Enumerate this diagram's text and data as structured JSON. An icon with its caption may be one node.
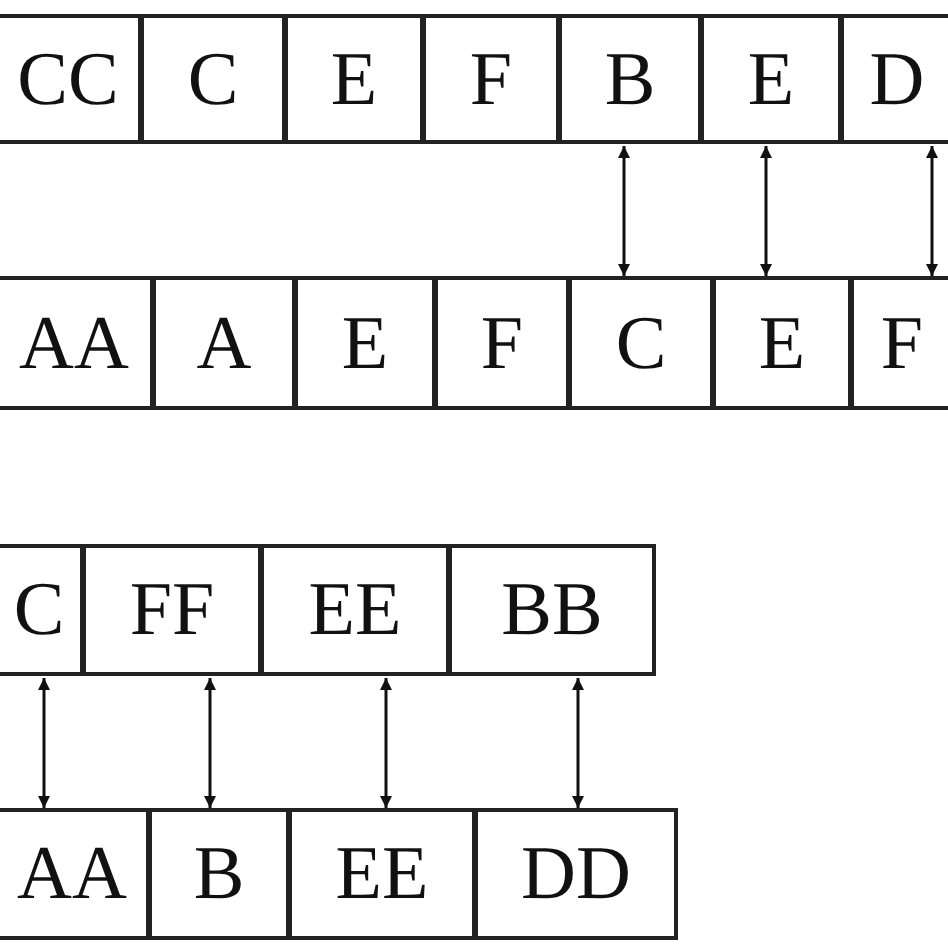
{
  "diagram": {
    "nodes": [
      {
        "text": [
          "CC"
        ]
      },
      {
        "text": [
          "C"
        ]
      },
      {
        "text": [
          "E"
        ]
      },
      {
        "text": [
          "F"
        ]
      },
      {
        "text": [
          "B"
        ]
      },
      {
        "text": [
          "E"
        ]
      },
      {
        "text": [
          "D"
        ]
      },
      {
        "text": [
          "AA"
        ]
      },
      {
        "text": [
          "A"
        ]
      },
      {
        "text": [
          "E"
        ]
      },
      {
        "text": [
          "F"
        ]
      },
      {
        "text": [
          "C"
        ]
      },
      {
        "text": [
          "E"
        ]
      },
      {
        "text": [
          "F"
        ]
      },
      {
        "text": [
          "C"
        ]
      },
      {
        "text": [
          "FF"
        ]
      },
      {
        "text": [
          "EE"
        ]
      },
      {
        "text": [
          "BB"
        ]
      },
      {
        "text": [
          "AA"
        ]
      },
      {
        "text": [
          "B"
        ]
      },
      {
        "text": [
          "EE"
        ]
      },
      {
        "text": [
          "DD"
        ]
      }
    ],
    "edges": [
      {
        "from": 4,
        "to": 11,
        "arrow": "both"
      },
      {
        "from": 5,
        "to": 12,
        "arrow": "both"
      },
      {
        "from": 6,
        "to": 13,
        "arrow": "both"
      },
      {
        "from": 14,
        "to": 18,
        "arrow": "both"
      },
      {
        "from": 15,
        "to": 19,
        "arrow": "both"
      },
      {
        "from": 16,
        "to": 20,
        "arrow": "both"
      },
      {
        "from": 17,
        "to": 21,
        "arrow": "both"
      }
    ]
  }
}
